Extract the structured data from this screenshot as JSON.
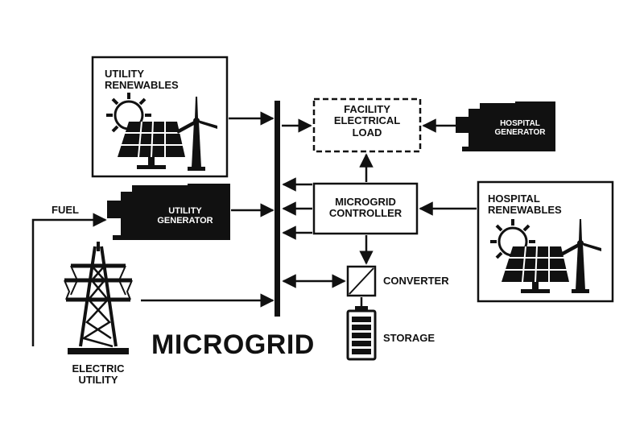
{
  "title": "MICROGRID",
  "nodes": {
    "utility_renewables": [
      "UTILITY",
      "RENEWABLES"
    ],
    "facility_load": [
      "FACILITY",
      "ELECTRICAL",
      "LOAD"
    ],
    "hospital_generator": [
      "HOSPITAL",
      "GENERATOR"
    ],
    "microgrid_controller": [
      "MICROGRID",
      "CONTROLLER"
    ],
    "hospital_renewables": [
      "HOSPITAL",
      "RENEWABLES"
    ],
    "fuel": "FUEL",
    "utility_generator": [
      "UTILITY",
      "GENERATOR"
    ],
    "converter": "CONVERTER",
    "storage": "STORAGE",
    "electric_utility": [
      "ELECTRIC",
      "UTILITY"
    ]
  },
  "colors": {
    "ink": "#111111",
    "paper": "#ffffff"
  },
  "icons": [
    "solar-panel-icon",
    "sun-icon",
    "wind-turbine-icon",
    "generator-icon",
    "transmission-tower-icon",
    "battery-icon",
    "converter-icon"
  ]
}
